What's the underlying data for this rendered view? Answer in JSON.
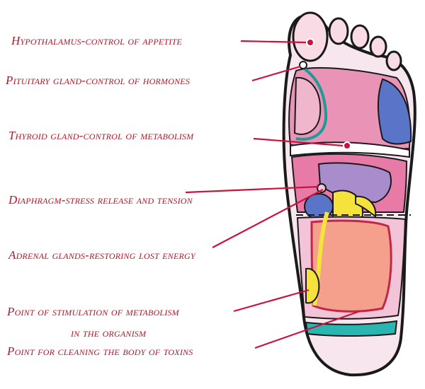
{
  "labels": {
    "hypothalamus": "Hypothalamus-control of appetite",
    "pituitary": "Pituitary gland-control of hormones",
    "thyroid": "Thyroid gland-control of metabolism",
    "diaphragm": "Diaphragm-stress release and tension",
    "adrenal": "Adrenal glands-restoring lost energy",
    "metabolism_line1": "Point of stimulation of metabolism",
    "metabolism_line2": "in the organism",
    "toxins": "Point for cleaning the body of toxins"
  },
  "colors": {
    "label_text": "#b01828",
    "pointer_line": "#c8143c",
    "foot_outline": "#1a1a1a",
    "toes": "#f2c6d4",
    "upper_zone": "#e87aa8",
    "lower_zone": "#f4a58a",
    "stomach": "#f5e23a",
    "heel_band": "#29b6b0",
    "lung_blue": "#5a74c8",
    "liver_purple": "#9b7ec4"
  }
}
